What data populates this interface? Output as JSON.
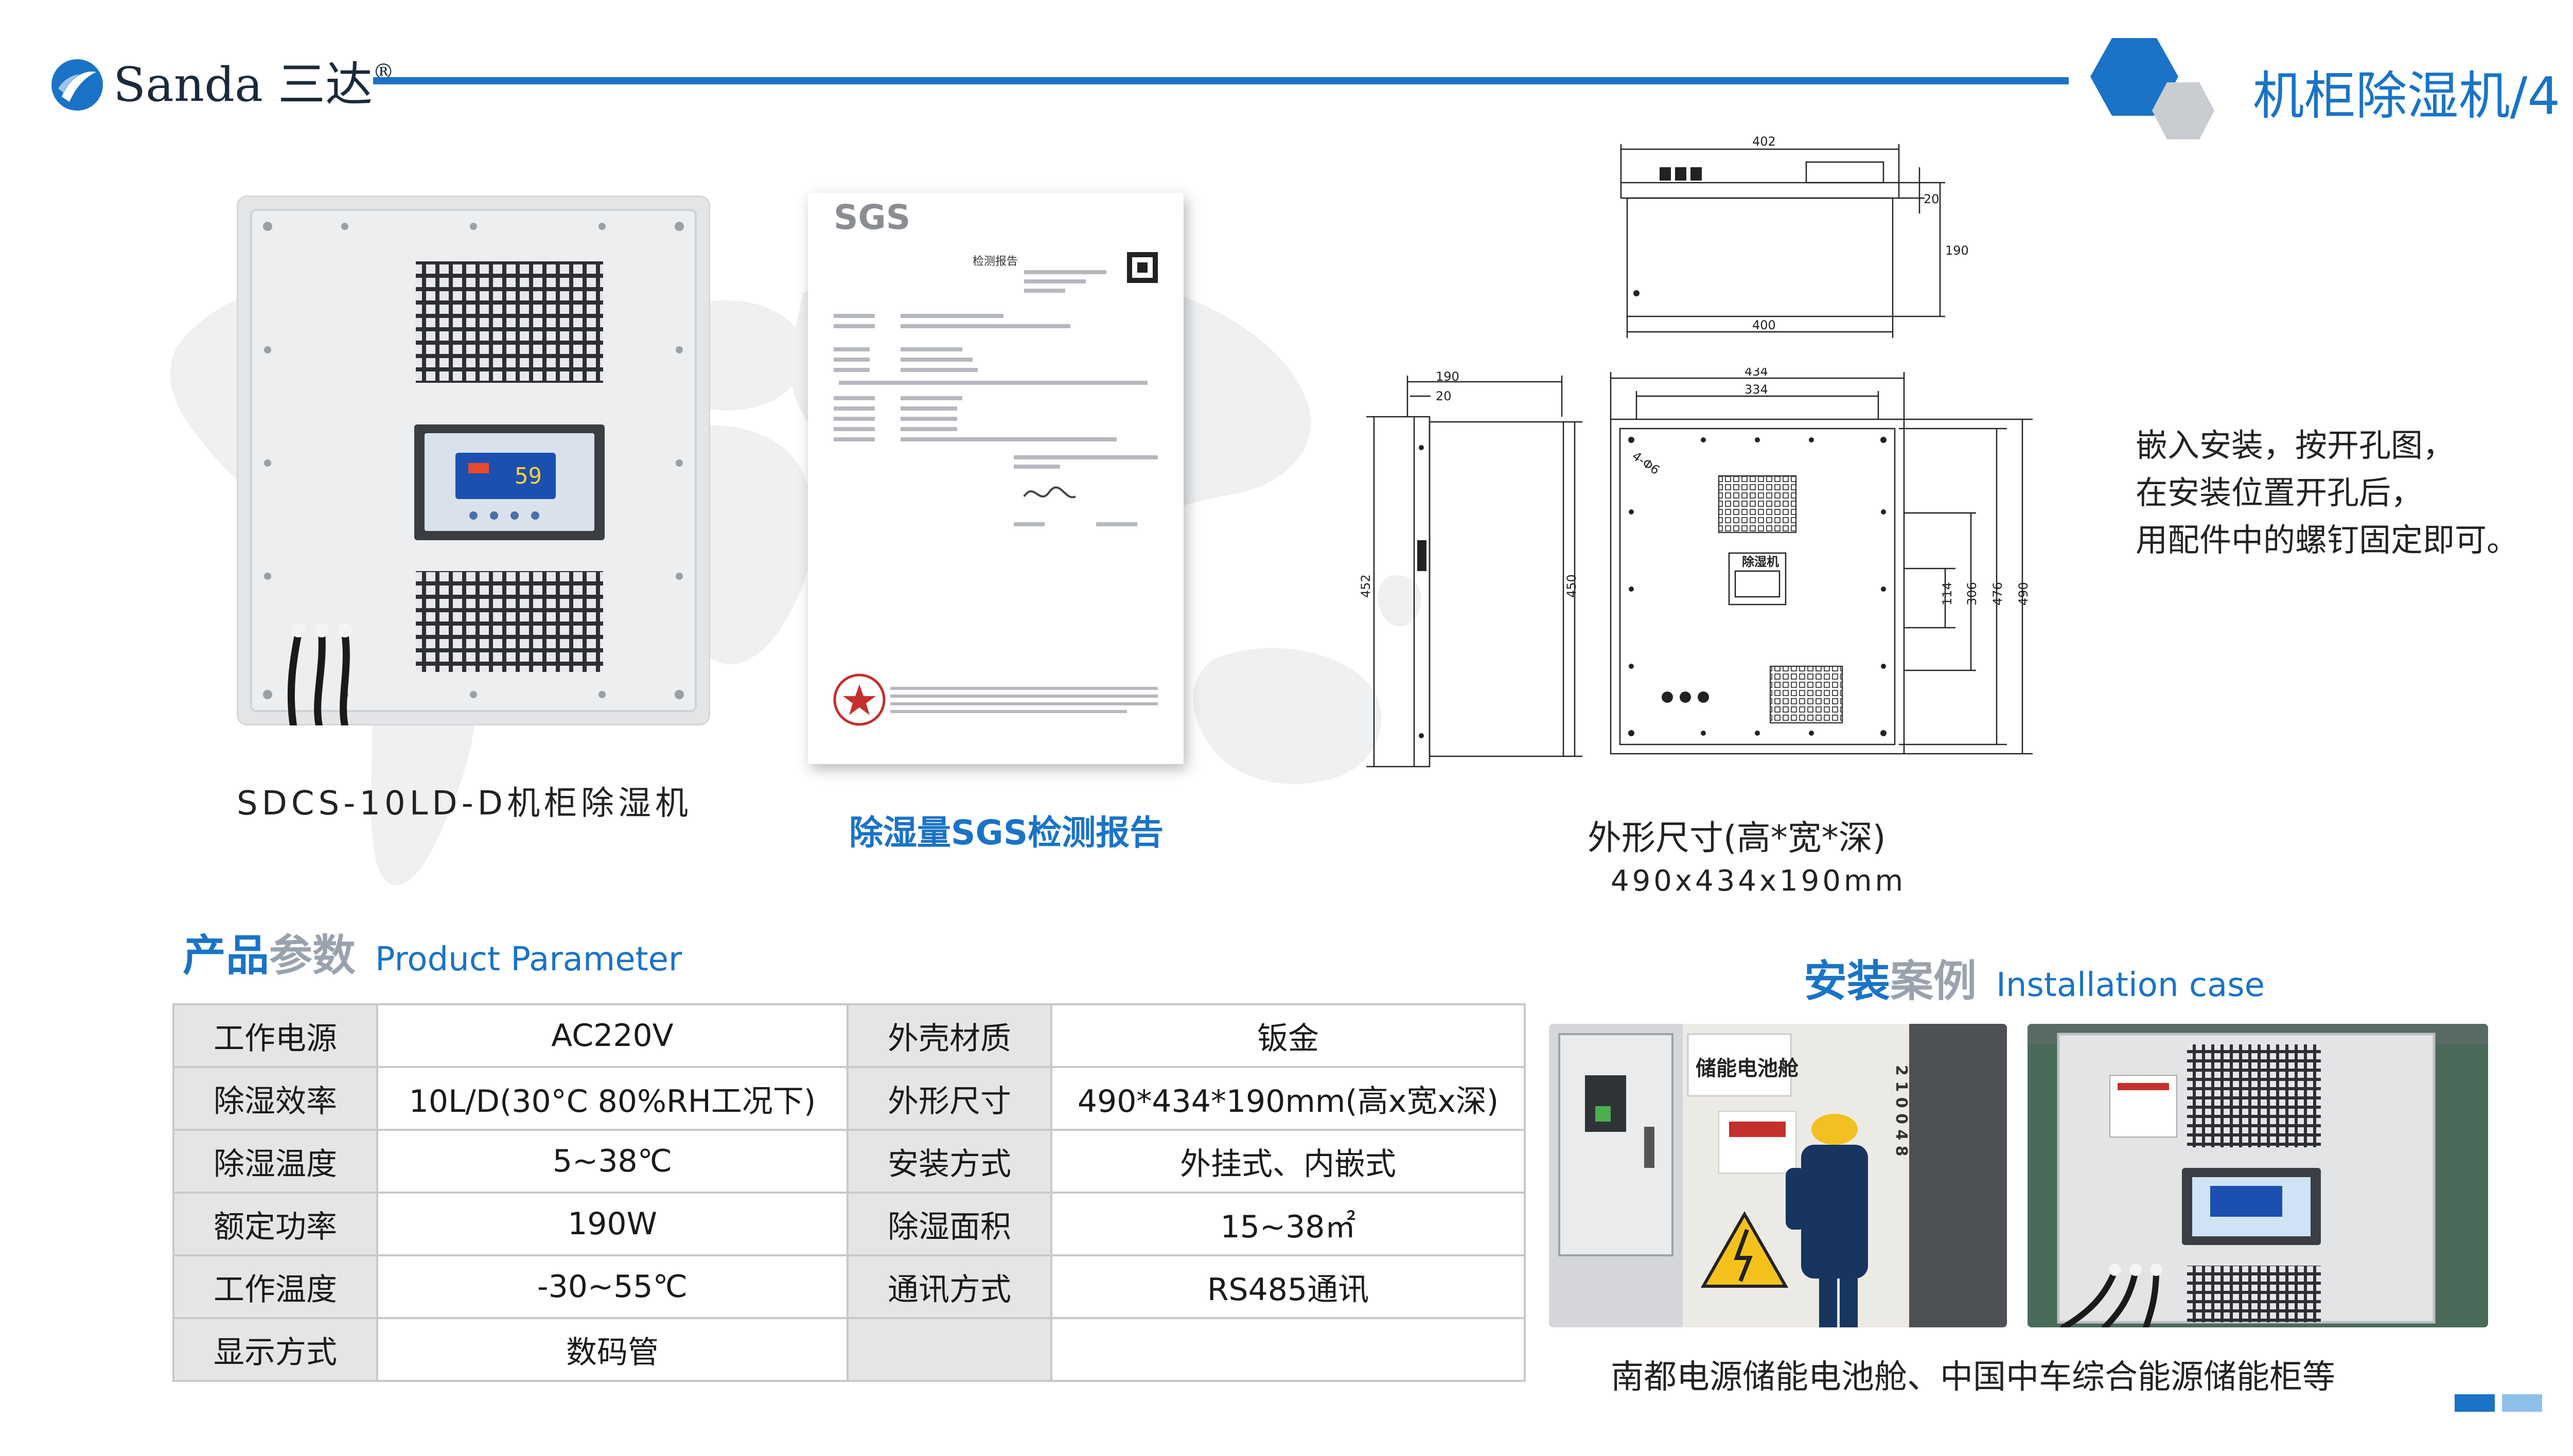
{
  "header": {
    "brand": "Sanda",
    "brand_cn": "三达",
    "registered_mark": "®",
    "page_title": "机柜除湿机/4",
    "accent_color": "#1a73c6",
    "secondary_color": "#c9cdd2"
  },
  "product": {
    "caption": "SDCS-10LD-D机柜除湿机",
    "display_reading": "59"
  },
  "report": {
    "caption": "除湿量SGS检测报告",
    "logo": "SGS",
    "title": "检测报告"
  },
  "drawing": {
    "top_width": "402",
    "top_base": "400",
    "top_depth": "190",
    "top_step": "20",
    "side_depth": "190",
    "side_step": "20",
    "side_h1": "452",
    "side_h2": "450",
    "front_w1": "434",
    "front_w2": "334",
    "hole": "4-Φ6",
    "panel_label": "除湿机",
    "front_h1": "114",
    "front_h2": "306",
    "front_h3": "476",
    "front_h4": "490"
  },
  "dimensions": {
    "caption": "外形尺寸(高*宽*深)",
    "value": "490x434x190mm"
  },
  "install_note": [
    "嵌入安装，按开孔图，",
    "在安装位置开孔后，",
    "用配件中的螺钉固定即可。"
  ],
  "params": {
    "heading_cn_1": "产品",
    "heading_cn_2": "参数",
    "heading_en": "Product Parameter",
    "rows": [
      {
        "k1": "工作电源",
        "v1": "AC220V",
        "k2": "外壳材质",
        "v2": "钣金"
      },
      {
        "k1": "除湿效率",
        "v1": "10L/D(30°C 80%RH工况下)",
        "k2": "外形尺寸",
        "v2": "490*434*190mm(高x宽x深)"
      },
      {
        "k1": "除湿温度",
        "v1": "5~38℃",
        "k2": "安装方式",
        "v2": "外挂式、内嵌式"
      },
      {
        "k1": "额定功率",
        "v1": "190W",
        "k2": "除湿面积",
        "v2": "15~38㎡"
      },
      {
        "k1": "工作温度",
        "v1": "-30~55℃",
        "k2": "通讯方式",
        "v2": "RS485通讯"
      },
      {
        "k1": "显示方式",
        "v1": "数码管",
        "k2": "",
        "v2": ""
      }
    ]
  },
  "cases": {
    "heading_cn_1": "安装",
    "heading_cn_2": "案例",
    "heading_en": "Installation case",
    "photo1_sign": "储能电池舱",
    "photo1_code": "2 1 0 0 4 8",
    "caption": "南都电源储能电池舱、中国中车综合能源储能柜等"
  }
}
